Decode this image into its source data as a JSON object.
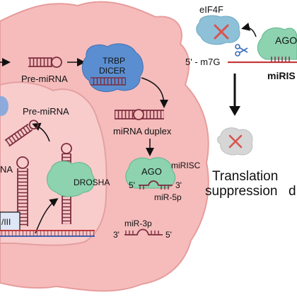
{
  "labels": {
    "pre_mirna_top": "Pre-miRNA",
    "trbp": "TRBP",
    "dicer": "DICER",
    "mirna_duplex": "miRNA duplex",
    "pre_mirna_nucleus": "Pre-miRNA",
    "drosha": "DROSHA",
    "pri_mirna_fragment": "NA",
    "pol_fragment": "/III",
    "ago_cyto": "AGO",
    "mirisc_cyto": "miRISC",
    "five_prime_cyto": "5'",
    "three_prime_cyto": "3'",
    "mir_5p": "miR-5p",
    "mir_3p": "miR-3p",
    "three_prime_3p": "3'",
    "five_prime_3p": "5'",
    "eif4f": "eIF4F",
    "ago_right": "AGO",
    "m7g": "5' - m7G",
    "mirisc_right": "miRIS",
    "translation": "Translation",
    "suppression": "suppression",
    "cut_fragment": "d"
  },
  "icons": [
    "scissors-icon",
    "cross-icon",
    "down-arrow-icon"
  ],
  "colors": {
    "cell": "#f6bcbc",
    "cell_edge": "#e79c9c",
    "nucleus": "#f9cccc",
    "nucleus_edge": "#e3a0a0",
    "rna": "#7d2e3f",
    "dicer": "#5b8ed1",
    "ago": "#8dd3b0",
    "eif4f": "#8ec1d8",
    "cross": "#d9534f",
    "gray_blob": "#d6d6d6",
    "mrna_line": "#c53a3a"
  }
}
